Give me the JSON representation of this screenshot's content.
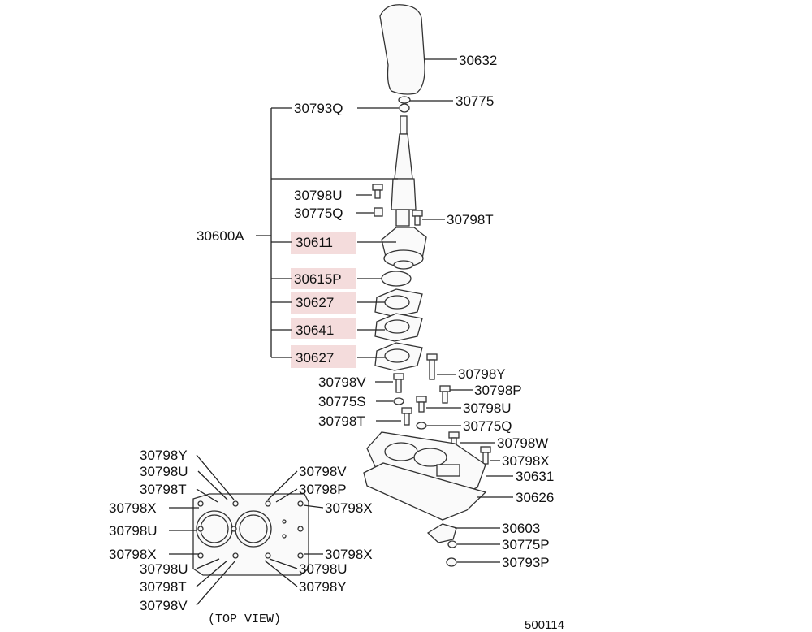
{
  "diagram": {
    "reference_number": "500114",
    "top_view_caption": "(TOP  VIEW)",
    "assembly_label": "30600A",
    "callouts": {
      "c30632": "30632",
      "c30775": "30775",
      "c30793Q": "30793Q",
      "c30798U_a": "30798U",
      "c30775Q_a": "30775Q",
      "c30798T_a": "30798T",
      "c30611": "30611",
      "c30615P": "30615P",
      "c30627_a": "30627",
      "c30641": "30641",
      "c30627_b": "30627",
      "c30798Y_a": "30798Y",
      "c30798V_a": "30798V",
      "c30798P_a": "30798P",
      "c30775S": "30775S",
      "c30798U_b": "30798U",
      "c30798T_b": "30798T",
      "c30775Q_b": "30775Q",
      "c30798W": "30798W",
      "c30798X_a": "30798X",
      "c30631": "30631",
      "c30626": "30626",
      "c30603": "30603",
      "c30775P": "30775P",
      "c30793P": "30793P"
    },
    "top_view_callouts": {
      "l1": "30798Y",
      "l2": "30798U",
      "l3": "30798T",
      "l4": "30798X",
      "l5": "30798U",
      "l6": "30798X",
      "l7": "30798U",
      "l8": "30798T",
      "l9": "30798V",
      "r1": "30798V",
      "r2": "30798P",
      "r3": "30798X",
      "r4": "30798X",
      "r5": "30798U",
      "r6": "30798Y"
    },
    "highlight_color": "#f4dcdc"
  }
}
